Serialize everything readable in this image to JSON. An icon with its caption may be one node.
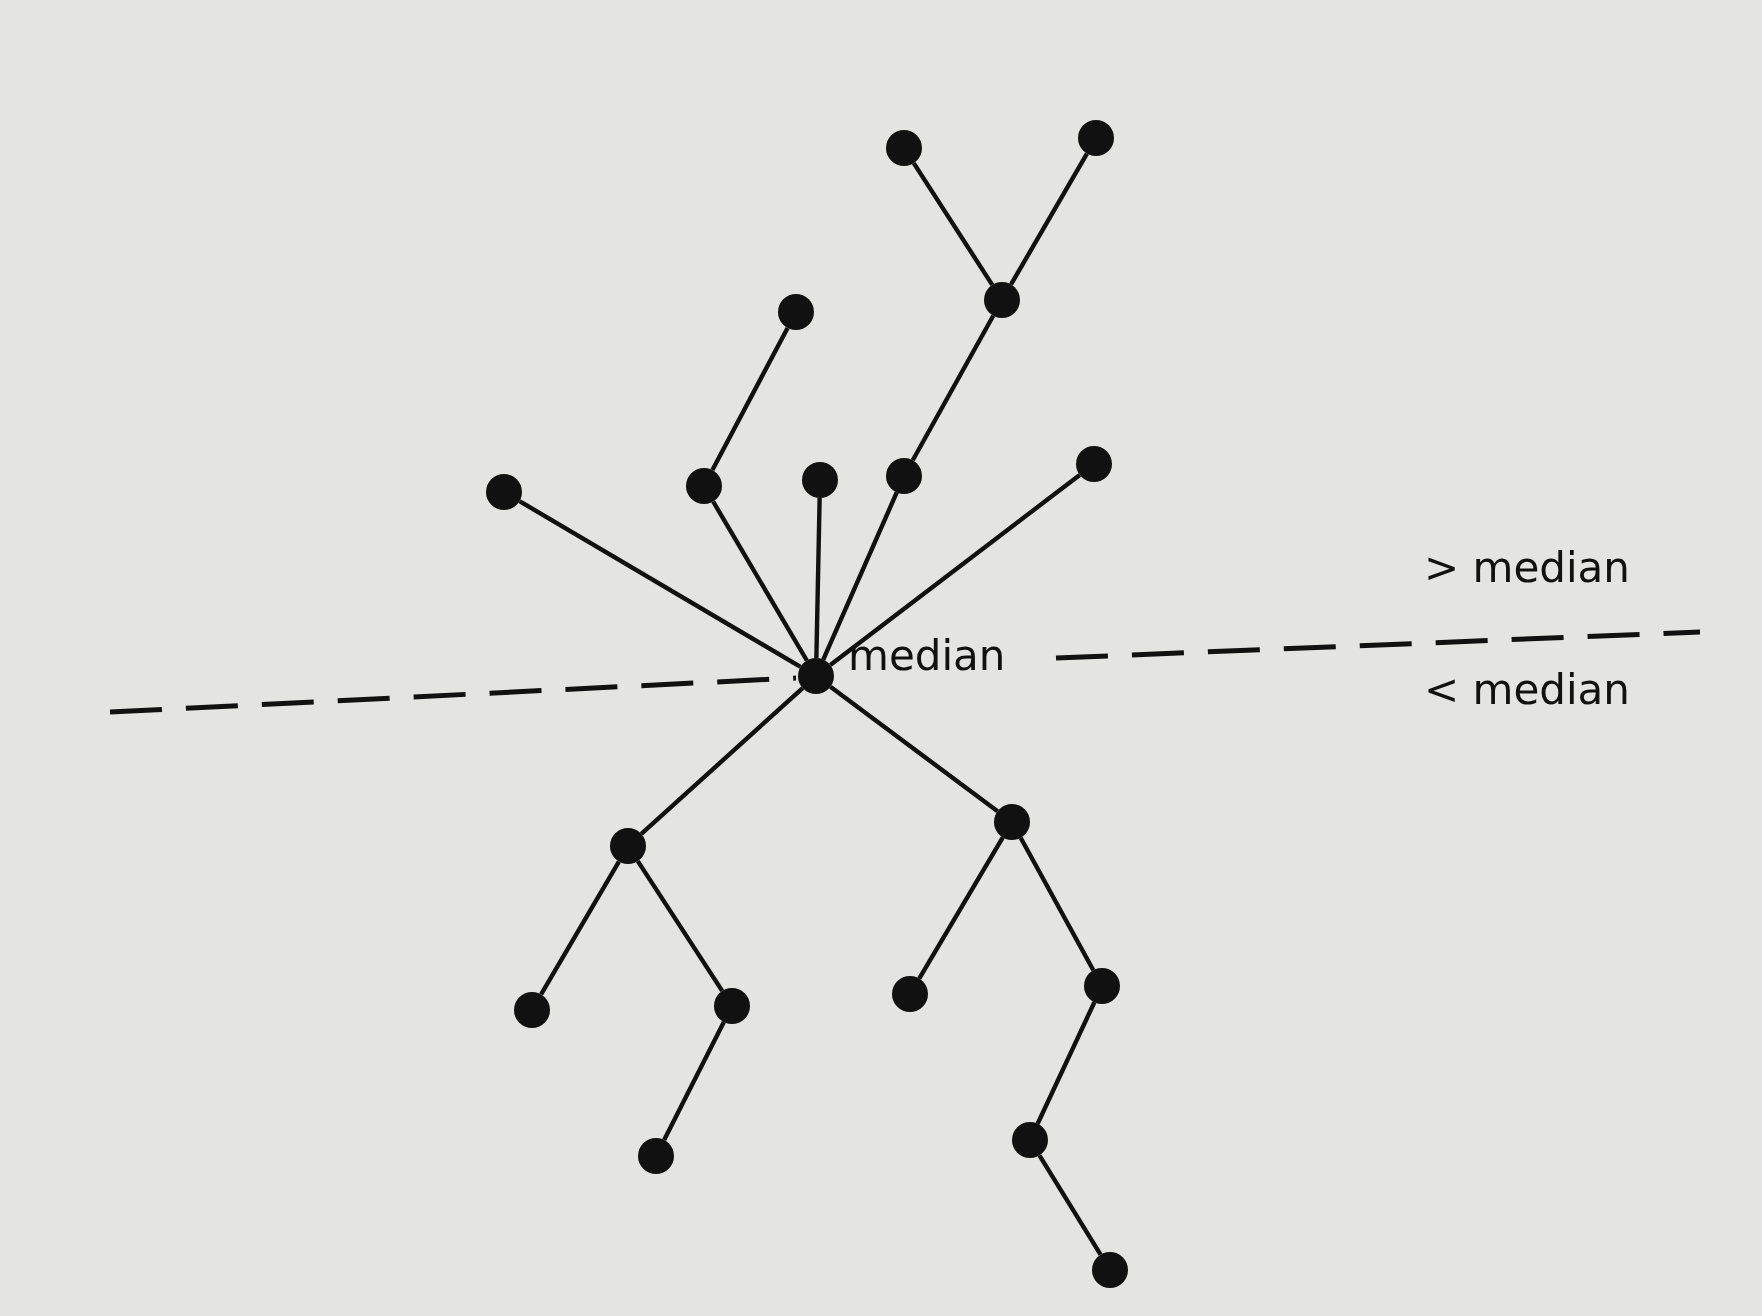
{
  "diagram": {
    "nodes": [
      {
        "text": [],
        "shape": "circle"
      },
      {
        "text": [],
        "shape": "circle"
      },
      {
        "text": [],
        "shape": "circle"
      },
      {
        "text": [],
        "shape": "circle"
      },
      {
        "text": [],
        "shape": "circle"
      },
      {
        "text": [],
        "shape": "circle"
      },
      {
        "text": [],
        "shape": "circle"
      },
      {
        "text": [],
        "shape": "circle"
      },
      {
        "text": [],
        "shape": "circle"
      },
      {
        "text": [],
        "shape": "circle",
        "beside": [
          "median"
        ]
      },
      {
        "text": [],
        "shape": "circle"
      },
      {
        "text": [],
        "shape": "circle"
      },
      {
        "text": [],
        "shape": "circle"
      },
      {
        "text": [],
        "shape": "circle"
      },
      {
        "text": [],
        "shape": "circle"
      },
      {
        "text": [],
        "shape": "circle"
      },
      {
        "text": [],
        "shape": "circle"
      },
      {
        "text": [],
        "shape": "circle"
      },
      {
        "text": [],
        "shape": "circle"
      }
    ],
    "edges": [
      {
        "from": 9,
        "to": 4,
        "arrow": "none"
      },
      {
        "from": 9,
        "to": 5,
        "arrow": "none"
      },
      {
        "from": 9,
        "to": 6,
        "arrow": "none"
      },
      {
        "from": 9,
        "to": 7,
        "arrow": "none"
      },
      {
        "from": 9,
        "to": 8,
        "arrow": "none"
      },
      {
        "from": 5,
        "to": 3,
        "arrow": "none"
      },
      {
        "from": 7,
        "to": 2,
        "arrow": "none"
      },
      {
        "from": 2,
        "to": 0,
        "arrow": "none"
      },
      {
        "from": 2,
        "to": 1,
        "arrow": "none"
      },
      {
        "from": 9,
        "to": 10,
        "arrow": "none"
      },
      {
        "from": 9,
        "to": 11,
        "arrow": "none"
      },
      {
        "from": 10,
        "to": 12,
        "arrow": "none"
      },
      {
        "from": 10,
        "to": 13,
        "arrow": "none"
      },
      {
        "from": 13,
        "to": 17,
        "arrow": "none"
      },
      {
        "from": 11,
        "to": 14,
        "arrow": "none"
      },
      {
        "from": 11,
        "to": 15,
        "arrow": "none"
      },
      {
        "from": 15,
        "to": 16,
        "arrow": "none"
      },
      {
        "from": 16,
        "to": 18,
        "arrow": "none"
      }
    ],
    "labels": [
      "> median",
      "< median"
    ]
  }
}
